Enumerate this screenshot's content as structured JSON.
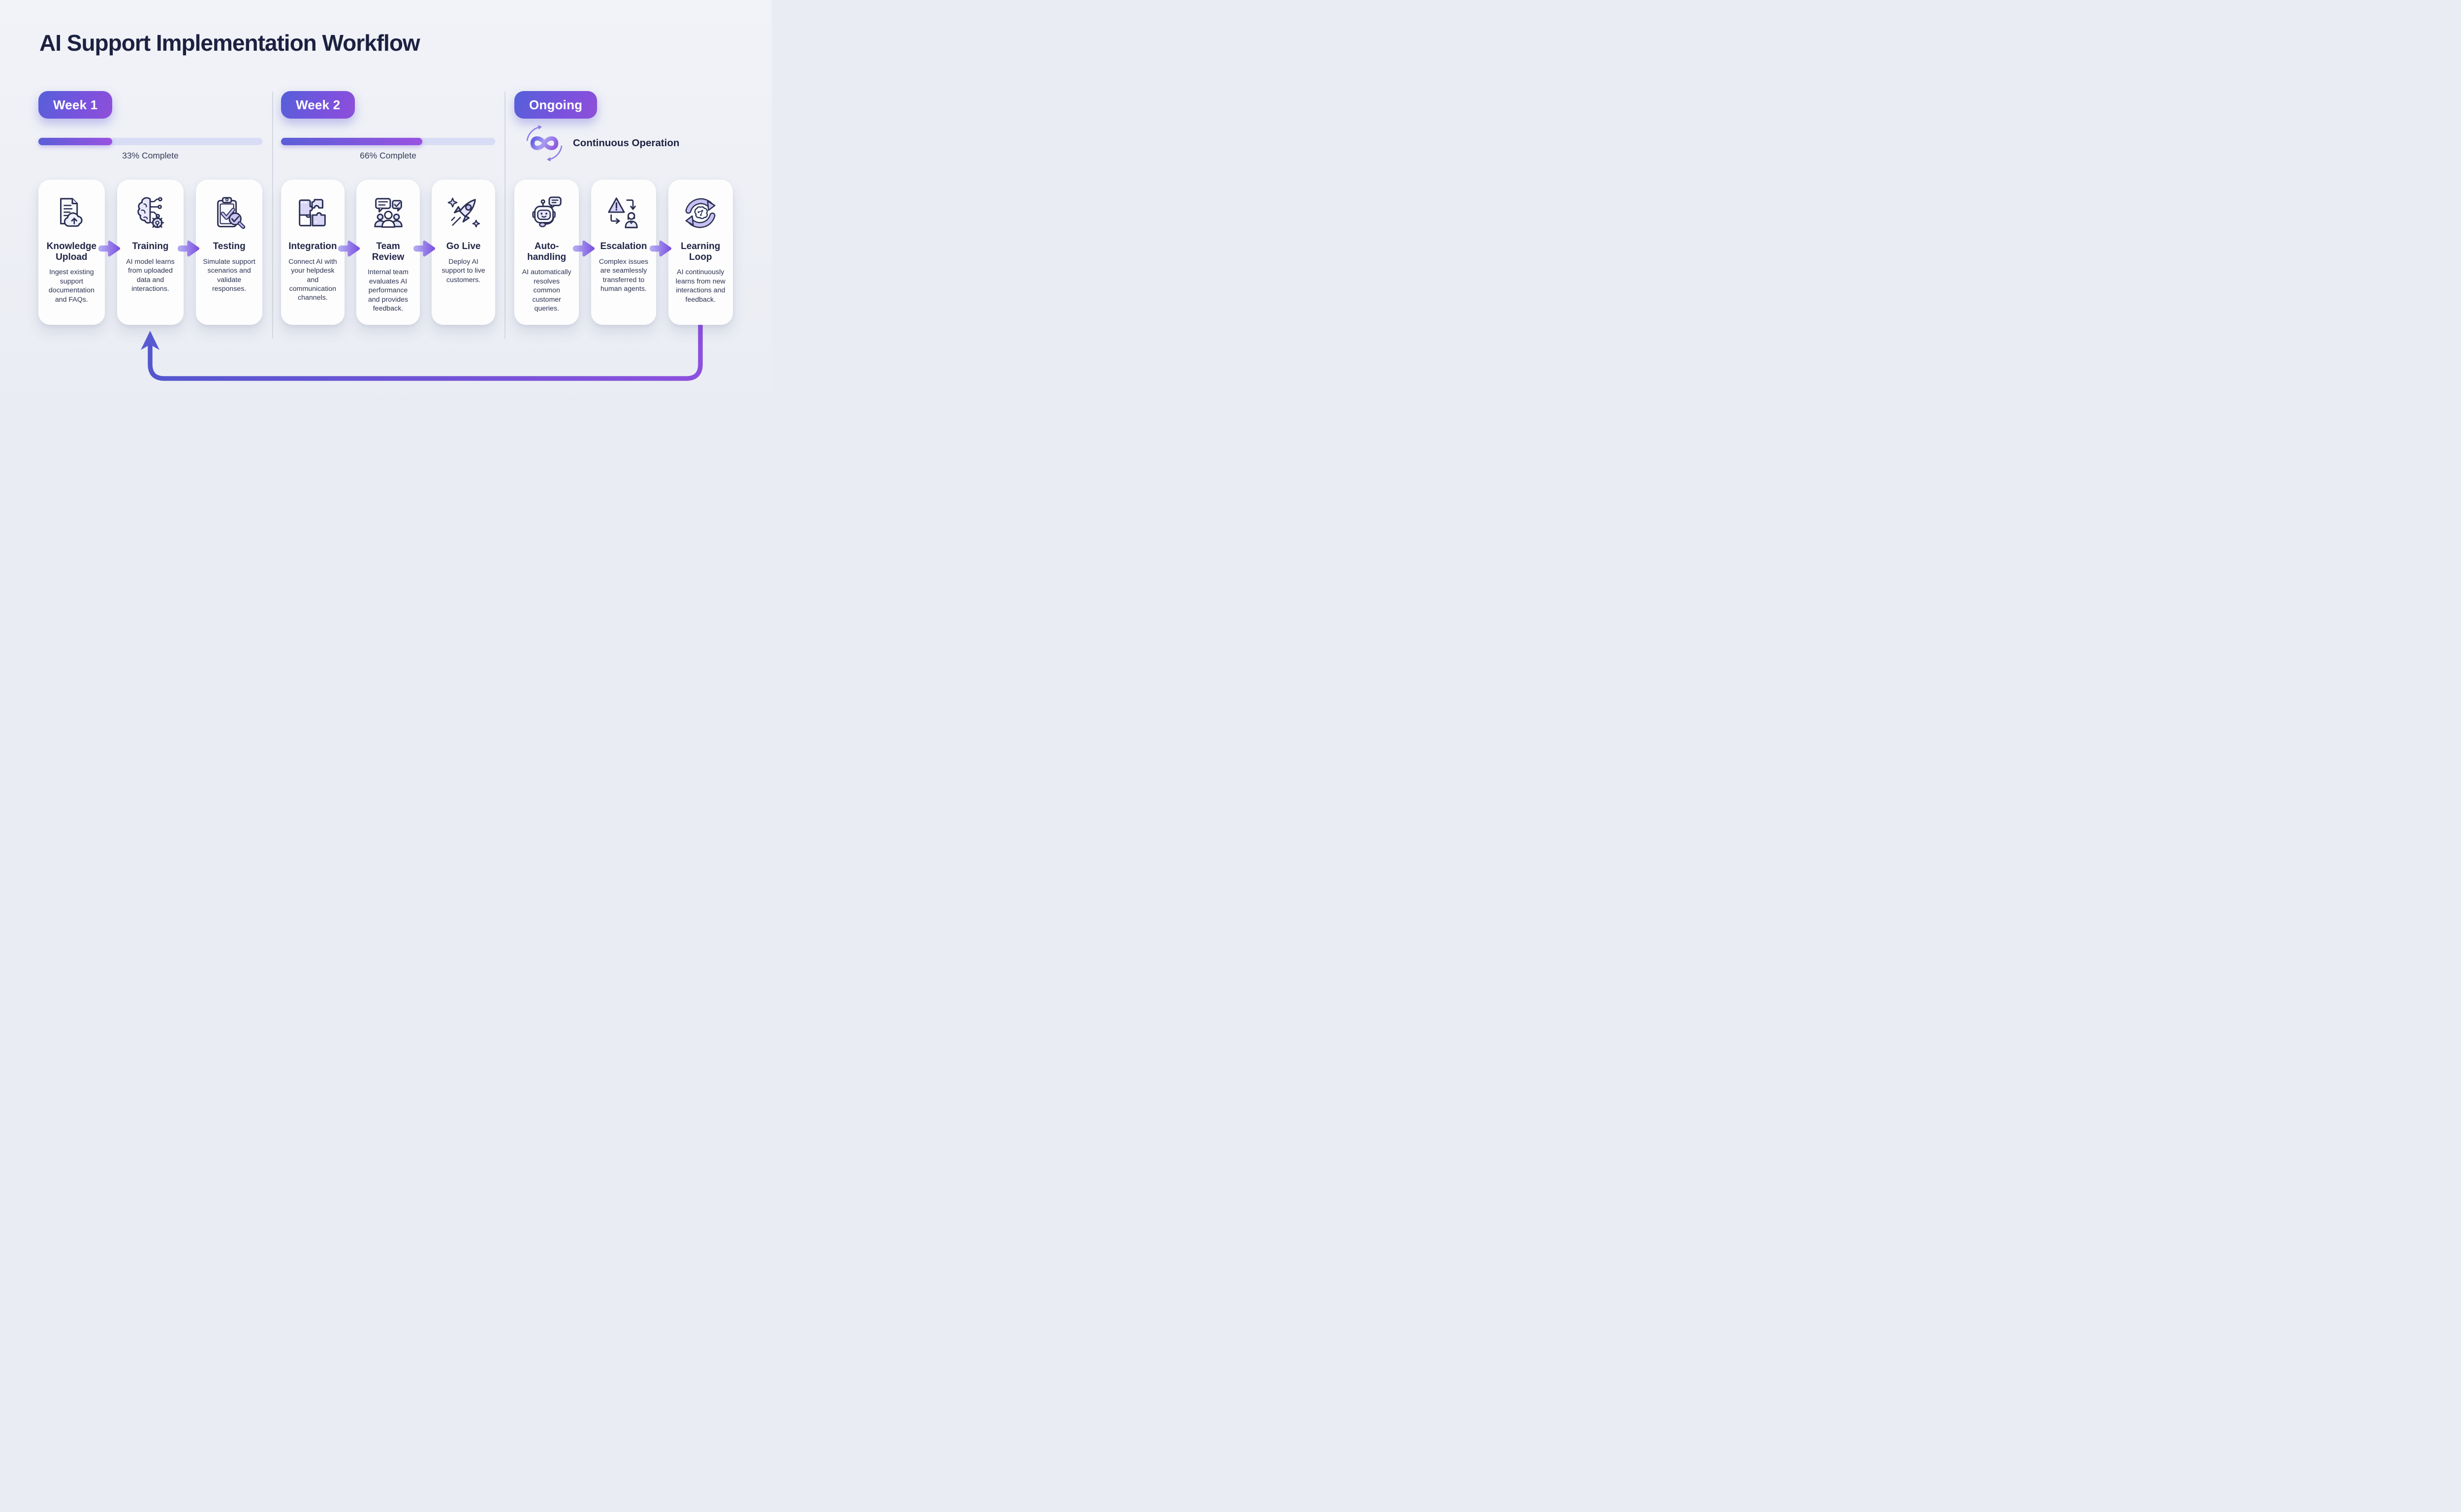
{
  "title": "AI Support Implementation Workflow",
  "colors": {
    "background": "#edeff5",
    "card": "#fdfdfe",
    "heading": "#1c2140",
    "body_text": "#2d3351",
    "badge_gradient_start": "#5560d9",
    "badge_gradient_end": "#8f4fd9",
    "progress_track": "#d8dcf5",
    "progress_fill_start": "#5a5ed8",
    "progress_fill_end": "#9a53e1",
    "arrow_gradient_start": "#b1a9f1",
    "arrow_gradient_end": "#7a4ee0",
    "loop_gradient_start": "#5457ce",
    "loop_gradient_end": "#8c50de",
    "icon_outline": "#2a2f52",
    "icon_fill_lavender": "#dcd8f7"
  },
  "phases": [
    {
      "badge": "Week 1",
      "progress_percent": 33,
      "progress_label": "33% Complete",
      "steps": [
        {
          "icon": "document-upload-icon",
          "title": "Knowledge Upload",
          "description": "Ingest existing support documentation and FAQs."
        },
        {
          "icon": "brain-circuit-icon",
          "title": "Training",
          "description": "AI model learns from uploaded data and interactions."
        },
        {
          "icon": "clipboard-check-icon",
          "title": "Testing",
          "description": "Simulate support scenarios and validate responses."
        }
      ]
    },
    {
      "badge": "Week 2",
      "progress_percent": 66,
      "progress_label": "66% Complete",
      "steps": [
        {
          "icon": "puzzle-icon",
          "title": "Integration",
          "description": "Connect AI with your helpdesk and communication channels."
        },
        {
          "icon": "team-review-icon",
          "title": "Team Review",
          "description": "Internal team evaluates AI performance and provides feedback."
        },
        {
          "icon": "rocket-icon",
          "title": "Go Live",
          "description": "Deploy AI support to live customers."
        }
      ]
    },
    {
      "badge": "Ongoing",
      "header_icon": "infinity-loop-icon",
      "header_label": "Continuous Operation",
      "steps": [
        {
          "icon": "robot-chat-icon",
          "title": "Auto-handling",
          "description": "AI automatically resolves common customer queries."
        },
        {
          "icon": "escalation-icon",
          "title": "Escalation",
          "description": "Complex issues are seamlessly transferred to human agents."
        },
        {
          "icon": "learning-loop-icon",
          "title": "Learning Loop",
          "description": "AI continuously learns from new interactions and feedback."
        }
      ]
    }
  ],
  "feedback_loop": {
    "from_step": "Learning Loop",
    "to_step": "Training"
  }
}
